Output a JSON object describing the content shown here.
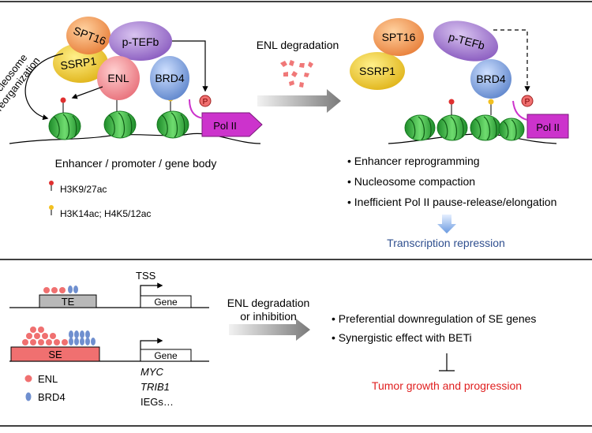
{
  "top": {
    "rotated_label": [
      "Nucleosome",
      "reorganization"
    ],
    "proteins": {
      "spt16": "SPT16",
      "ssrp1": "SSRP1",
      "ptefb": "p-TEFb",
      "enl": "ENL",
      "brd4": "BRD4"
    },
    "phospho": "P",
    "pol2": "Pol II",
    "region_label": "Enhancer / promoter / gene body",
    "legend": {
      "mark1": "H3K9/27ac",
      "mark2": "H3K14ac; H4K5/12ac"
    },
    "arrow_label": "ENL degradation",
    "outcomes": [
      "• Enhancer reprogramming",
      "• Nucleosome compaction",
      "• Inefficient Pol II pause-release/elongation"
    ],
    "result": "Transcription repression"
  },
  "bottom": {
    "tss": "TSS",
    "te": "TE",
    "se": "SE",
    "gene": "Gene",
    "genes": [
      "MYC",
      "TRIB1",
      "IEGs…"
    ],
    "legend": {
      "enl": "ENL",
      "brd4": "BRD4"
    },
    "arrow_label": [
      "ENL degradation",
      "or inhibition"
    ],
    "outcomes": [
      "• Preferential downregulation of SE genes",
      "• Synergistic effect with BETi"
    ],
    "result": "Tumor growth and progression"
  },
  "colors": {
    "pol2": "#cc33cc",
    "enl": "#f08080",
    "brd4": "#6f8fcf",
    "nucleosome": "#2fb33a",
    "result_blue": "#2f4f8f",
    "result_red": "#e02020",
    "se_box": "#f07070",
    "te_box": "#b8b8b8"
  }
}
